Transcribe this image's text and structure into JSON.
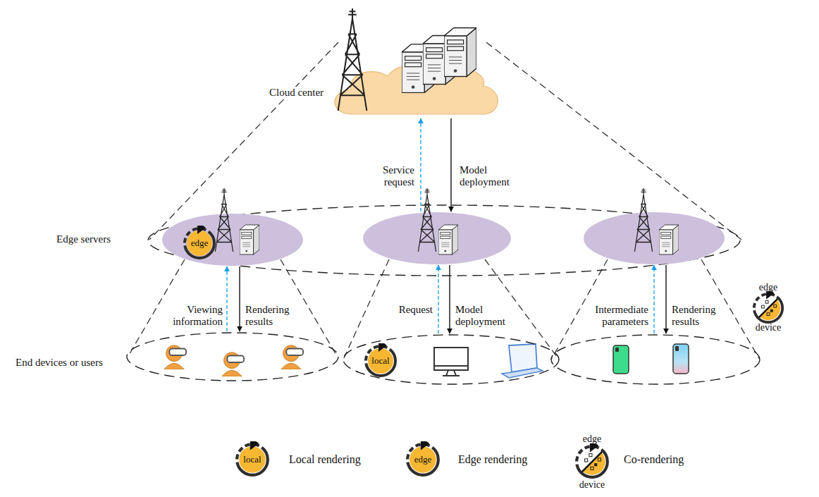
{
  "diagram": {
    "nodes": [
      {
        "text": [
          "Cloud center"
        ]
      },
      {
        "text": [
          "Edge servers"
        ]
      },
      {
        "text": [
          "edge"
        ],
        "in": 1
      },
      {
        "text": [],
        "in": 1
      },
      {
        "text": [],
        "in": 1
      },
      {
        "text": [
          "End devices or users"
        ]
      },
      {
        "text": [
          "local"
        ]
      },
      {
        "text": []
      }
    ],
    "edges": [
      {
        "from": 3,
        "to": 0,
        "arrow": "to",
        "label": "Service request"
      },
      {
        "from": 0,
        "to": 3,
        "arrow": "to",
        "label": "Model deployment"
      },
      {
        "from": 5,
        "to": 2,
        "arrow": "to",
        "label": "Viewing information"
      },
      {
        "from": 2,
        "to": 5,
        "arrow": "to",
        "label": "Rendering results"
      },
      {
        "from": 6,
        "to": 3,
        "arrow": "to",
        "label": "Request"
      },
      {
        "from": 3,
        "to": 6,
        "arrow": "to",
        "label": "Model deployment"
      },
      {
        "from": 7,
        "to": 4,
        "arrow": "to",
        "label": "Intermediate parameters"
      },
      {
        "from": 4,
        "to": 7,
        "arrow": "to",
        "label": "Rendering results"
      }
    ],
    "labels": [
      "edge",
      "device",
      "local",
      "edge",
      "edge",
      "device"
    ],
    "legend": [
      {
        "text": "Local rendering"
      },
      {
        "text": "Edge rendering"
      },
      {
        "text": "Co-rendering"
      }
    ]
  }
}
